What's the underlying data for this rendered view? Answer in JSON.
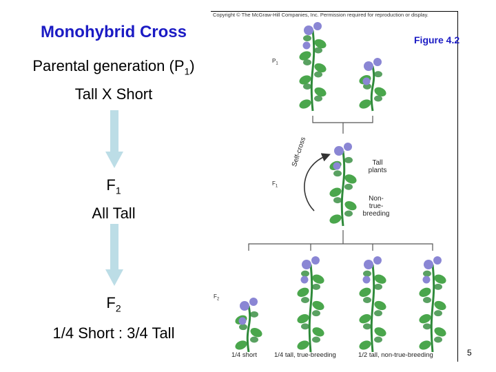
{
  "title": "Monohybrid Cross",
  "left": {
    "parental_label": "Parental generation (P",
    "parental_sub": "1",
    "parental_close": ")",
    "cross": "Tall X Short",
    "f1_label": "F",
    "f1_sub": "1",
    "f1_result": "All Tall",
    "f2_label": "F",
    "f2_sub": "2",
    "f2_result": "1/4 Short : 3/4 Tall"
  },
  "figure": {
    "copyright": "Copyright © The McGraw-Hill Companies, Inc. Permission required for reproduction or display.",
    "figure_number": "Figure 4.2",
    "p1_tag": "P",
    "p1_sub": "1",
    "f1_tag": "F",
    "f1_sub": "1",
    "f2_tag": "F",
    "f2_sub": "2",
    "self_cross": "Self-cross",
    "tall_plants_1": "Tall",
    "tall_plants_2": "plants",
    "non_1": "Non-",
    "non_2": "true-",
    "non_3": "breeding",
    "caption_short": "1/4 short",
    "caption_true": "1/4 tall, true-breeding",
    "caption_non": "1/2 tall, non-true-breeding"
  },
  "page_number": "5",
  "colors": {
    "title": "#1b1bc4",
    "arrow": "#bcdde6",
    "leaf": "#4aa64c",
    "leaf_dark": "#2f8a3a",
    "flower": "#8a86d4",
    "line": "#555555"
  }
}
